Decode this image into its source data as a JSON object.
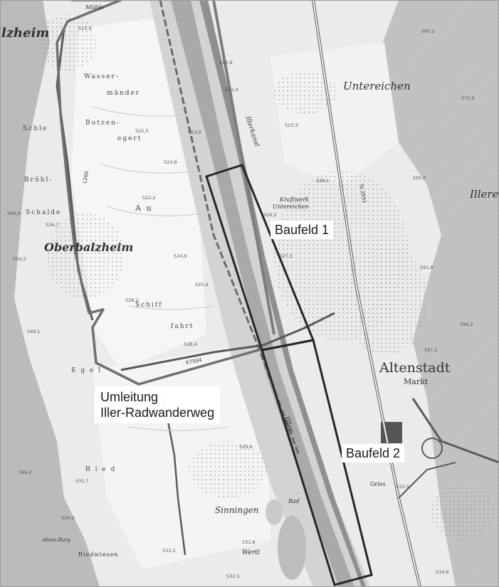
{
  "labels": {
    "baufeld1": "Baufeld 1",
    "baufeld2": "Baufeld 2",
    "umleitung_line1": "Umleitung",
    "umleitung_line2": "Iller-Radwanderweg"
  },
  "places": {
    "oberbalzheim": "Oberbalzheim",
    "altenstadt": "Altenstadt",
    "markt": "Markt",
    "untereichen": "Untereichen",
    "sinningen": "Sinningen",
    "illere": "Illere",
    "balzheim_partial": "lzheim",
    "kraftwerk": "Kraftwerk",
    "untereichen_small": "Untereichen",
    "wertl": "Wertl",
    "bad": "Bad",
    "gries": "Gries",
    "riedwiesen": "Riedwiesen",
    "ehem_burg": "ehem.Burg",
    "muehle": "Mühle"
  },
  "fields": {
    "wassermaender": "Wasser-",
    "maender": "mänder",
    "butzenegert": "Butzen-",
    "egert": "egert",
    "au": "A u",
    "bruehl": "Brühl-",
    "schiff": "Schiff",
    "fahrt": "fahrt",
    "egel": "E g e l",
    "ried": "R i e d",
    "schele": "Schle",
    "schalde": "Schalde"
  },
  "roads": {
    "k7594": "K7594",
    "l260": "L260",
    "st2031": "St 2031",
    "illerkanal": "Illerkanal",
    "iller": "Iller"
  },
  "spot_heights": [
    "521,9",
    "522,9",
    "522,4",
    "523,3",
    "523,9",
    "522,5",
    "523,8",
    "522,2",
    "526,1",
    "526,7",
    "591,0",
    "560,9",
    "554,2",
    "524,9",
    "525,6",
    "526,2",
    "527,3",
    "591,8",
    "549,1",
    "528,4",
    "529,6",
    "531,7",
    "534,0",
    "533,3",
    "533,2",
    "531,8",
    "532,5",
    "534,6",
    "596,2",
    "575,6",
    "587,2",
    "599,2",
    "597,2",
    "528,2"
  ],
  "colors": {
    "map_background": "#e6e6e6",
    "field_white": "#f7f7f7",
    "forest": "#b9b9b9",
    "river": "#9a9a9a",
    "boundary": "#2d2d2d",
    "detour": "#7a7a7a"
  }
}
